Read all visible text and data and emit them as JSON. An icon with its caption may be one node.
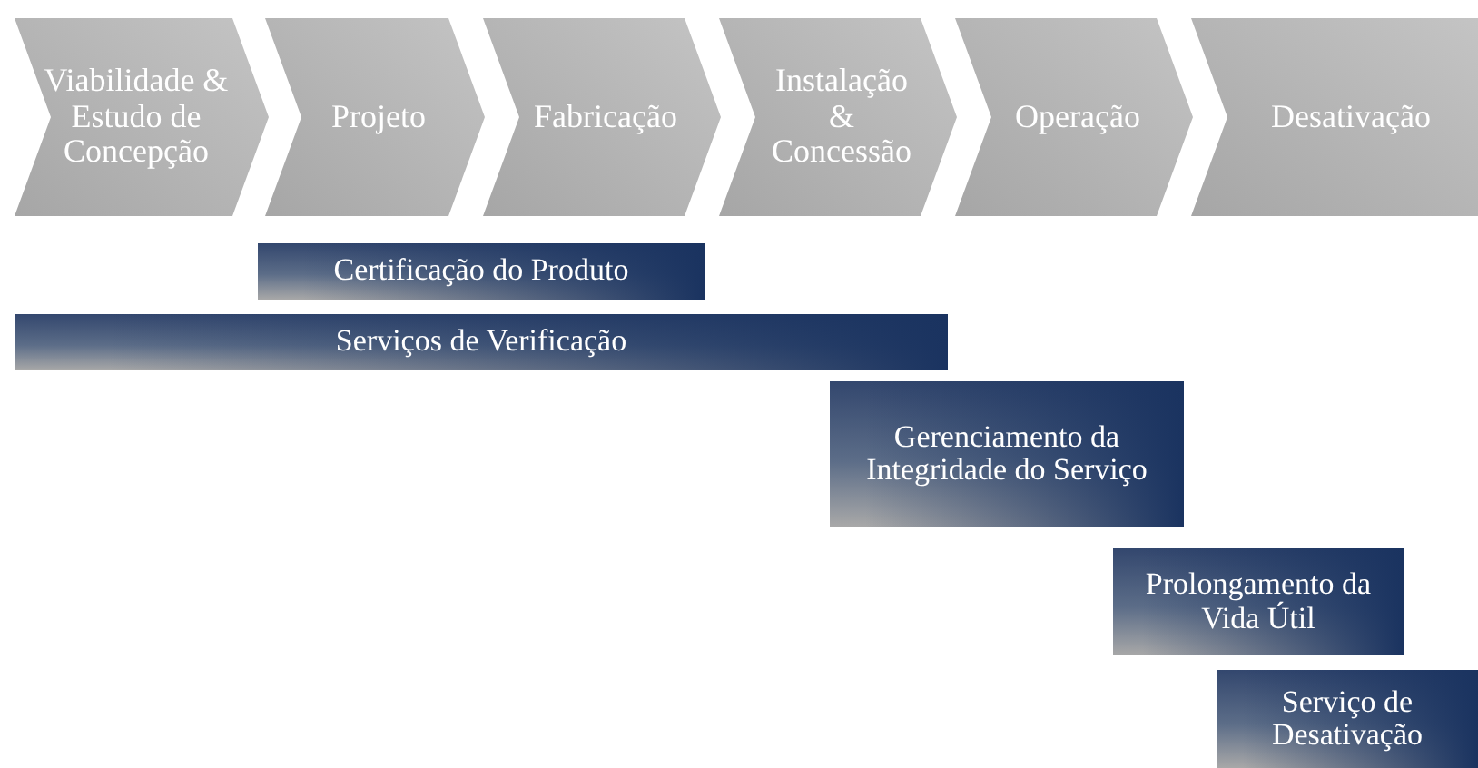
{
  "diagram": {
    "nodes": [
      {
        "text": [
          "Viabilidade & Estudo de Concepção"
        ]
      },
      {
        "text": [
          "Projeto"
        ]
      },
      {
        "text": [
          "Fabricação"
        ]
      },
      {
        "text": [
          "Instalação & Concessão"
        ]
      },
      {
        "text": [
          "Operação"
        ]
      },
      {
        "text": [
          "Desativação"
        ]
      },
      {
        "text": [
          "Certificação do Produto"
        ]
      },
      {
        "text": [
          "Serviços de Verificação"
        ]
      },
      {
        "text": [
          "Gerenciamento da Integridade do Serviço"
        ]
      },
      {
        "text": [
          "Prolongamento da Vida Útil"
        ]
      },
      {
        "text": [
          "Serviço de Desativação"
        ]
      }
    ]
  }
}
